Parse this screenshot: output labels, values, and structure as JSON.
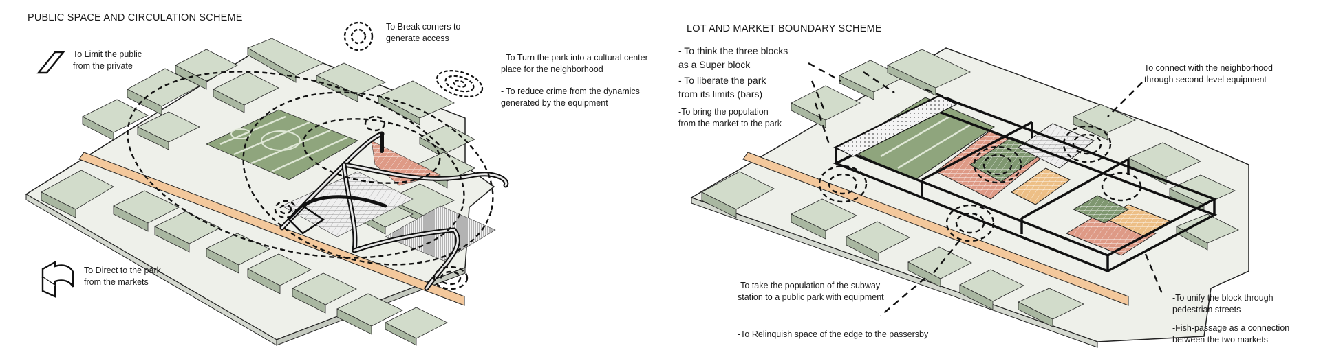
{
  "left_panel": {
    "title": "PUBLIC SPACE AND CIRCULATION SCHEME",
    "legend": [
      {
        "icon": "parallelogram-icon",
        "text": "To Limit the public\nfrom the private"
      },
      {
        "icon": "double-circle-icon",
        "text": "To Break corners to\ngenerate access"
      },
      {
        "icon": "concentric-ellipse-icon",
        "text": "- To Turn the park into a cultural center\nplace for the neighborhood"
      },
      {
        "icon": "",
        "text": "- To reduce crime from the dynamics\ngenerated by the equipment"
      },
      {
        "icon": "curved-arrow-icon",
        "text": "To Direct to the park\nfrom the markets"
      }
    ]
  },
  "right_panel": {
    "title": "LOT AND MARKET BOUNDARY SCHEME",
    "annotations": [
      "- To think the three blocks\nas a Super block",
      "- To liberate the park\nfrom its limits (bars)",
      "-To bring the population\nfrom the market to the park",
      "To connect with the neighborhood\nthrough second-level equipment",
      "-To take the population of the subway\nstation to a public park with equipment",
      "-To Relinquish space of the edge to the passersby",
      "-To unify the block through\npedestrian streets",
      "-Fish-passage as a connection\nbetween the two markets"
    ]
  },
  "colors": {
    "ground": "#eef0ea",
    "building_top": "#d2dccb",
    "building_side": "#a9b7a1",
    "park": "#8fa57d",
    "plaza_pink": "#de9a86",
    "plaza_orange": "#edbf86",
    "road_band": "#f3c89c",
    "outline": "#1f1f1f"
  }
}
